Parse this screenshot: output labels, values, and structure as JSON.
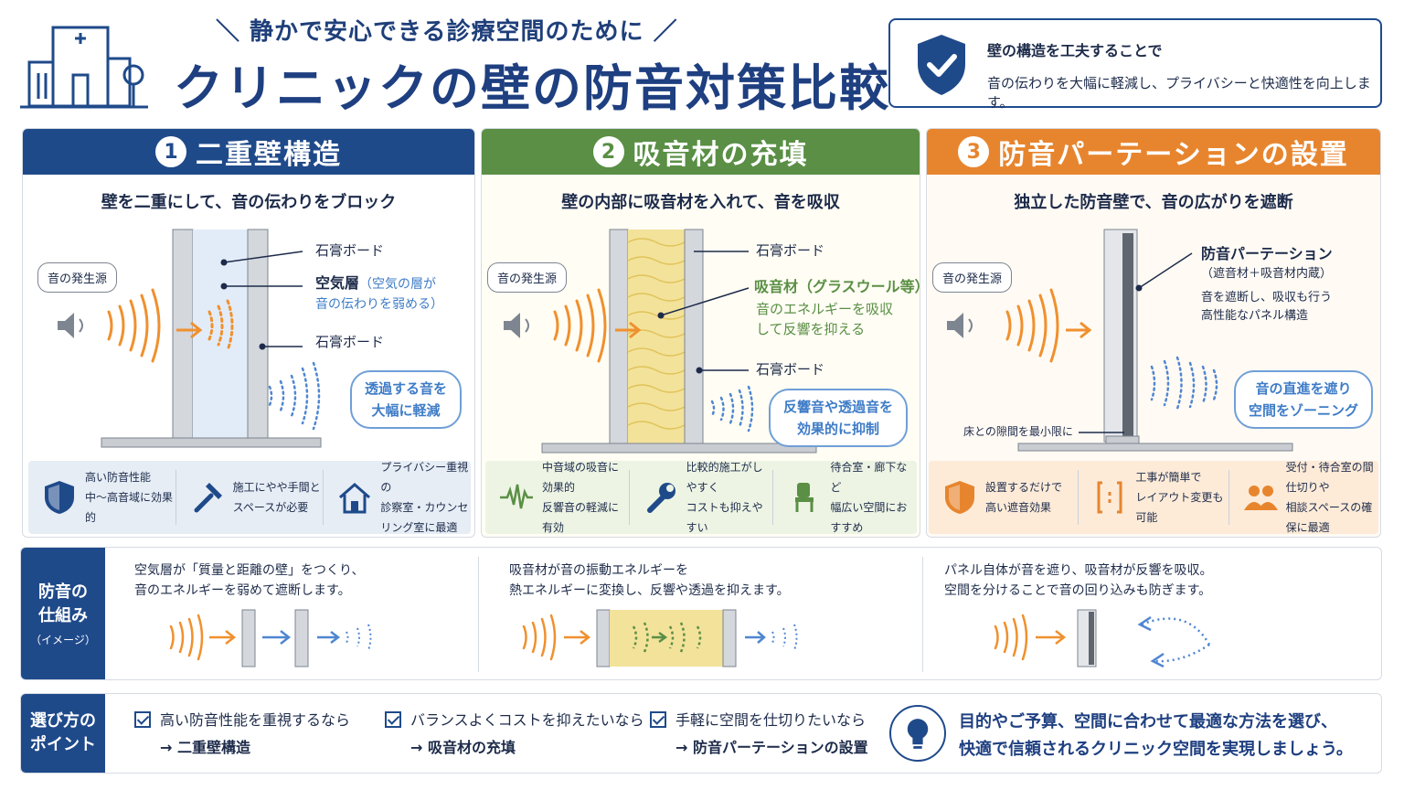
{
  "header": {
    "subtitle": "＼ 静かで安心できる診療空間のために ／",
    "title": "クリニックの壁の防音対策比較",
    "summary_line1": "壁の構造を工夫することで",
    "summary_line2": "音の伝わりを大幅に軽減し、プライバシーと快適性を向上します。"
  },
  "columns": [
    {
      "num": "1",
      "title": "二重壁構造",
      "desc": "壁を二重にして、音の伝わりをブロック",
      "source": "音の発生源",
      "labels": [
        "石膏ボード",
        "空気層",
        "（空気の層が",
        "音の伝わりを弱める）",
        "石膏ボード"
      ],
      "pill": [
        "透過する音を",
        "大幅に軽減"
      ],
      "features": [
        {
          "icon": "shield-icon",
          "l1": "高い防音性能",
          "l2": "中〜高音域に効果的"
        },
        {
          "icon": "hammer-icon",
          "l1": "施工にやや手間と",
          "l2": "スペースが必要"
        },
        {
          "icon": "house-icon",
          "l1": "プライバシー重視の",
          "l2": "診察室・カウンセリング室に最適"
        }
      ]
    },
    {
      "num": "2",
      "title": "吸音材の充填",
      "desc": "壁の内部に吸音材を入れて、音を吸収",
      "source": "音の発生源",
      "labels": [
        "石膏ボード",
        "吸音材（グラスウール等）",
        "音のエネルギーを吸収",
        "して反響を抑える",
        "石膏ボード"
      ],
      "pill": [
        "反響音や透過音を",
        "効果的に抑制"
      ],
      "features": [
        {
          "icon": "wave-icon",
          "l1": "中音域の吸音に効果的",
          "l2": "反響音の軽減に有効"
        },
        {
          "icon": "wrench-icon",
          "l1": "比較的施工がしやすく",
          "l2": "コストも抑えやすい"
        },
        {
          "icon": "chair-icon",
          "l1": "待合室・廊下など",
          "l2": "幅広い空間におすすめ"
        }
      ]
    },
    {
      "num": "3",
      "title": "防音パーテーションの設置",
      "desc": "独立した防音壁で、音の広がりを遮断",
      "source": "音の発生源",
      "labels": [
        "防音パーテーション",
        "（遮音材＋吸音材内蔵）",
        "音を遮断し、吸収も行う",
        "高性能なパネル構造",
        "床との隙間を最小限に"
      ],
      "pill": [
        "音の直進を遮り",
        "空間をゾーニング"
      ],
      "features": [
        {
          "icon": "shield-icon",
          "l1": "設置するだけで",
          "l2": "高い遮音効果"
        },
        {
          "icon": "door-icon",
          "l1": "工事が簡単で",
          "l2": "レイアウト変更も可能"
        },
        {
          "icon": "people-icon",
          "l1": "受付・待合室の間仕切りや",
          "l2": "相談スペースの確保に最適"
        }
      ]
    }
  ],
  "mechanism": {
    "label1": "防音の",
    "label2": "仕組み",
    "label3": "（イメージ）",
    "texts": [
      [
        "空気層が「質量と距離の壁」をつくり、",
        "音のエネルギーを弱めて遮断します。"
      ],
      [
        "吸音材が音の振動エネルギーを",
        "熱エネルギーに変換し、反響や透過を抑えます。"
      ],
      [
        "パネル自体が音を遮り、吸音材が反響を吸収。",
        "空間を分けることで音の回り込みも防ぎます。"
      ]
    ]
  },
  "points": {
    "label1": "選び方の",
    "label2": "ポイント",
    "items": [
      {
        "q": "高い防音性能を重視するなら",
        "a": "→ 二重壁構造"
      },
      {
        "q": "バランスよくコストを抑えたいなら",
        "a": "→ 吸音材の充填"
      },
      {
        "q": "手軽に空間を仕切りたいなら",
        "a": "→ 防音パーテーションの設置"
      }
    ],
    "conclusion1": "目的やご予算、空間に合わせて最適な方法を選び、",
    "conclusion2": "快適で信頼されるクリニック空間を実現しましょう。"
  },
  "colors": {
    "navy": "#1f4a8a",
    "green": "#5a8f45",
    "orange": "#e7852e",
    "sound_orange": "#f0902e",
    "sound_blue": "#4f86d1"
  }
}
